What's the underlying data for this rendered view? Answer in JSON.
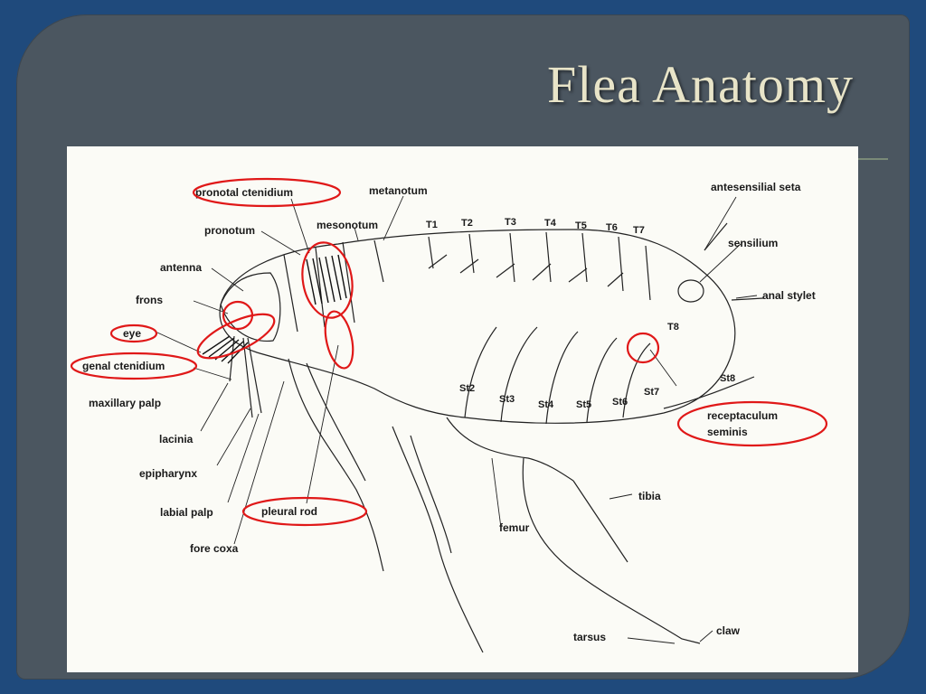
{
  "slide": {
    "title": "Flea Anatomy"
  },
  "diagram": {
    "labels": {
      "pronotal_ctenidium": "pronotal  ctenidium",
      "metanotum": "metanotum",
      "mesonotum": "mesonotum",
      "pronotum": "pronotum",
      "antenna": "antenna",
      "frons": "frons",
      "eye": "eye",
      "genal_ctenidium": "genal  ctenidium",
      "maxillary_palp": "maxillary  palp",
      "lacinia": "lacinia",
      "epipharynx": "epipharynx",
      "labial_palp": "labial  palp",
      "pleural_rod": "pleural  rod",
      "fore_coxa": "fore  coxa",
      "femur": "femur",
      "tibia": "tibia",
      "tarsus": "tarsus",
      "claw": "claw",
      "antesensilial_seta": "antesensilial  seta",
      "sensilium": "sensilium",
      "anal_stylet": "anal  stylet",
      "receptaculum_line1": "receptaculum",
      "receptaculum_line2": "seminis",
      "T1": "T1",
      "T2": "T2",
      "T3": "T3",
      "T4": "T4",
      "T5": "T5",
      "T6": "T6",
      "T7": "T7",
      "T8": "T8",
      "St2": "St2",
      "St3": "St3",
      "St4": "St4",
      "St5": "St5",
      "St6": "St6",
      "St7": "St7",
      "St8": "St8"
    },
    "highlight_color": "#e01818"
  }
}
